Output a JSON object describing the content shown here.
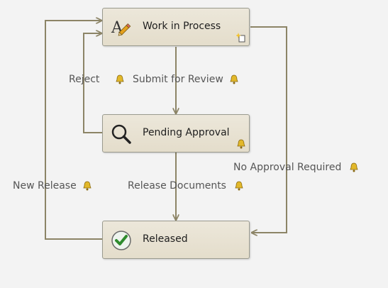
{
  "colors": {
    "wire": "#8c8466",
    "bell": "#e2b82a",
    "check": "#2e8b2e"
  },
  "states": [
    {
      "id": "wip",
      "label": "Work in Process",
      "icon": "edit-text-icon",
      "corner": "new-item-icon"
    },
    {
      "id": "pending",
      "label": "Pending Approval",
      "icon": "magnifier-icon",
      "corner": "bell-icon"
    },
    {
      "id": "released",
      "label": "Released",
      "icon": "checkmark-icon",
      "corner": ""
    }
  ],
  "transitions": [
    {
      "id": "reject",
      "label": "Reject",
      "icon": "bell-icon"
    },
    {
      "id": "submit",
      "label": "Submit for Review",
      "icon": "bell-icon"
    },
    {
      "id": "no_approval",
      "label": "No Approval Required",
      "icon": "bell-icon"
    },
    {
      "id": "new_release",
      "label": "New Release",
      "icon": "bell-icon"
    },
    {
      "id": "release_docs",
      "label": "Release Documents",
      "icon": "bell-icon"
    }
  ]
}
